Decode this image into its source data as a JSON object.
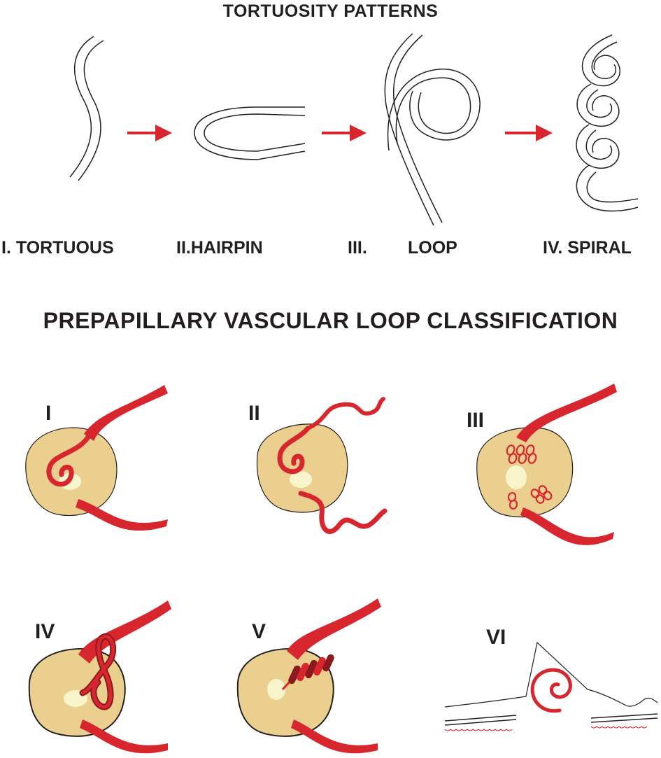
{
  "tortuosity": {
    "title": "TORTUOSITY PATTERNS",
    "patterns": [
      {
        "label": "I. TORTUOUS"
      },
      {
        "label": "II.HAIRPIN"
      },
      {
        "label_num": "III.",
        "label_word": "LOOP"
      },
      {
        "label": "IV. SPIRAL"
      }
    ]
  },
  "classification": {
    "title": "PREPAPILLARY VASCULAR LOOP CLASSIFICATION",
    "types": [
      "I",
      "II",
      "III",
      "IV",
      "V",
      "VI"
    ]
  },
  "colors": {
    "vessel_red": "#d7262e",
    "disc_fill": "#ebcf8e",
    "cup_fill": "#f8f4cc",
    "line_dark": "#231f20"
  }
}
